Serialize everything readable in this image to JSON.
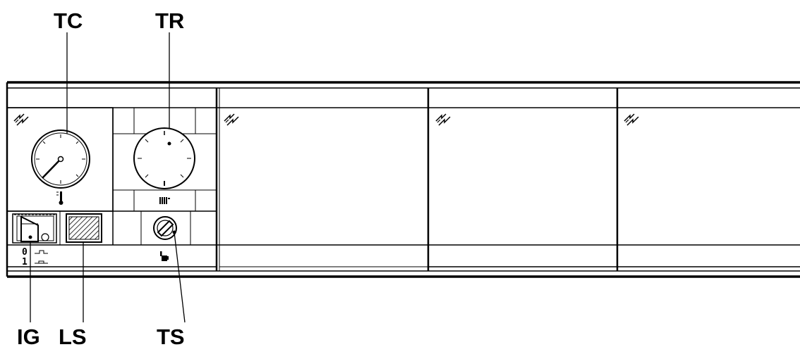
{
  "callouts": {
    "tc": "TC",
    "tr": "TR",
    "ig": "IG",
    "ls": "LS",
    "ts": "TS"
  },
  "switch_positions": {
    "off": "0",
    "on": "1"
  },
  "icons": {
    "brand_logo": "brand-logo-icon",
    "thermometer": "thermometer-icon",
    "radiator": "radiator-icon",
    "hand": "hand-icon"
  },
  "colors": {
    "line": "#000000",
    "background": "#ffffff"
  }
}
